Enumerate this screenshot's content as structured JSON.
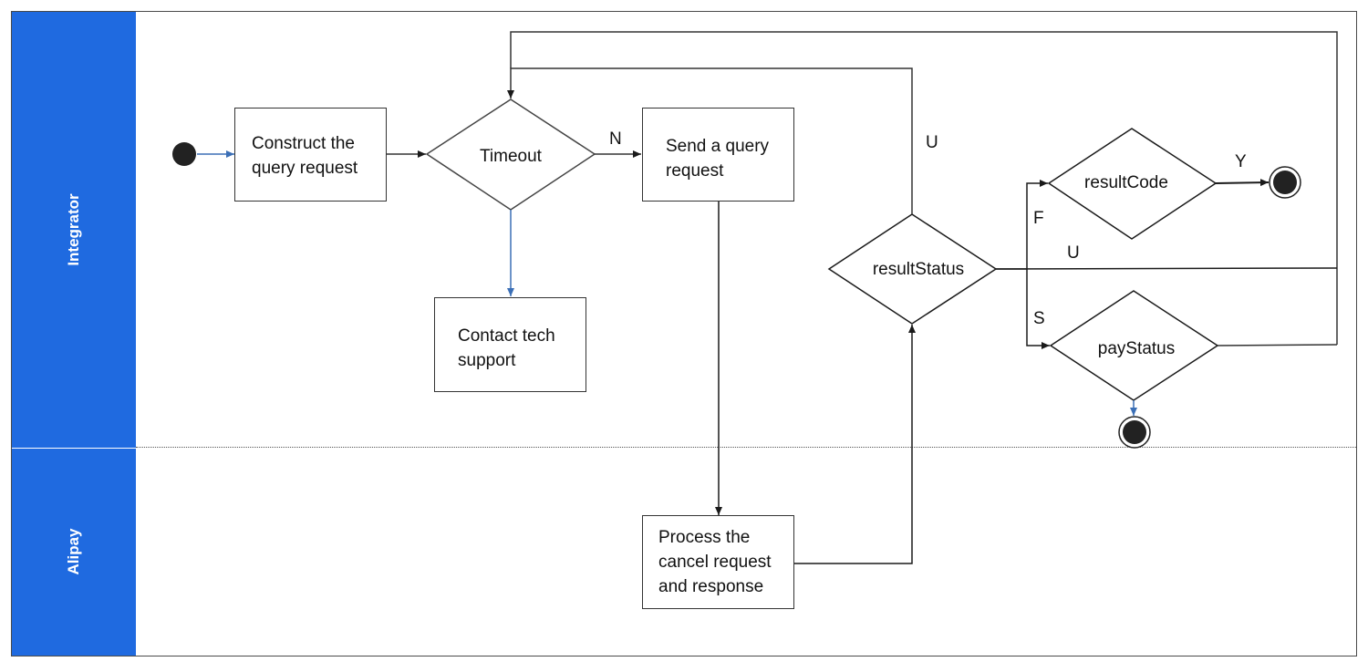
{
  "lanes": {
    "top": "Integrator",
    "bottom": "Alipay"
  },
  "nodes": {
    "construct": {
      "line1": "Construct the",
      "line2": "query request"
    },
    "timeout": "Timeout",
    "send": {
      "line1": "Send a query",
      "line2": "request"
    },
    "contact": {
      "line1": "Contact tech",
      "line2": "support"
    },
    "process": {
      "line1": "Process the",
      "line2": "cancel request",
      "line3": "and response"
    },
    "result_status": "resultStatus",
    "result_code": "resultCode",
    "pay_status": "payStatus"
  },
  "edge_labels": {
    "timeout_no": "N",
    "status_unknown_up": "U",
    "status_fail": "F",
    "status_unknown": "U",
    "status_success": "S",
    "code_yes": "Y"
  },
  "colors": {
    "lane_header": "#1f6ae0",
    "blue_arrow": "#3b6fb6",
    "black_arrow": "#1a1a1a",
    "node_fill": "#222222"
  }
}
